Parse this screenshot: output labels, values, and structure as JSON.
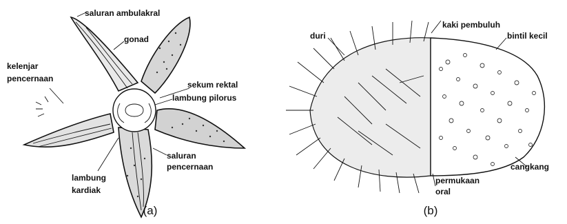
{
  "panel_a": {
    "caption": "(a)",
    "labels": {
      "saluran_ambulakral": "saluran ambulakral",
      "gonad": "gonad",
      "kelenjar_1": "kelenjar",
      "kelenjar_2": "pencernaan",
      "sekum_rektal": "sekum rektal",
      "lambung_pilorus": "lambung pilorus",
      "saluran_1": "saluran",
      "saluran_2": "pencernaan",
      "lambung_1": "lambung",
      "lambung_2": "kardiak"
    }
  },
  "panel_b": {
    "caption": "(b)",
    "labels": {
      "duri": "duri",
      "kaki_pembuluh": "kaki pembuluh",
      "bintil_kecil": "bintil kecil",
      "cangkang": "cangkang",
      "permukaan": "permukaan",
      "oral": "oral"
    }
  }
}
